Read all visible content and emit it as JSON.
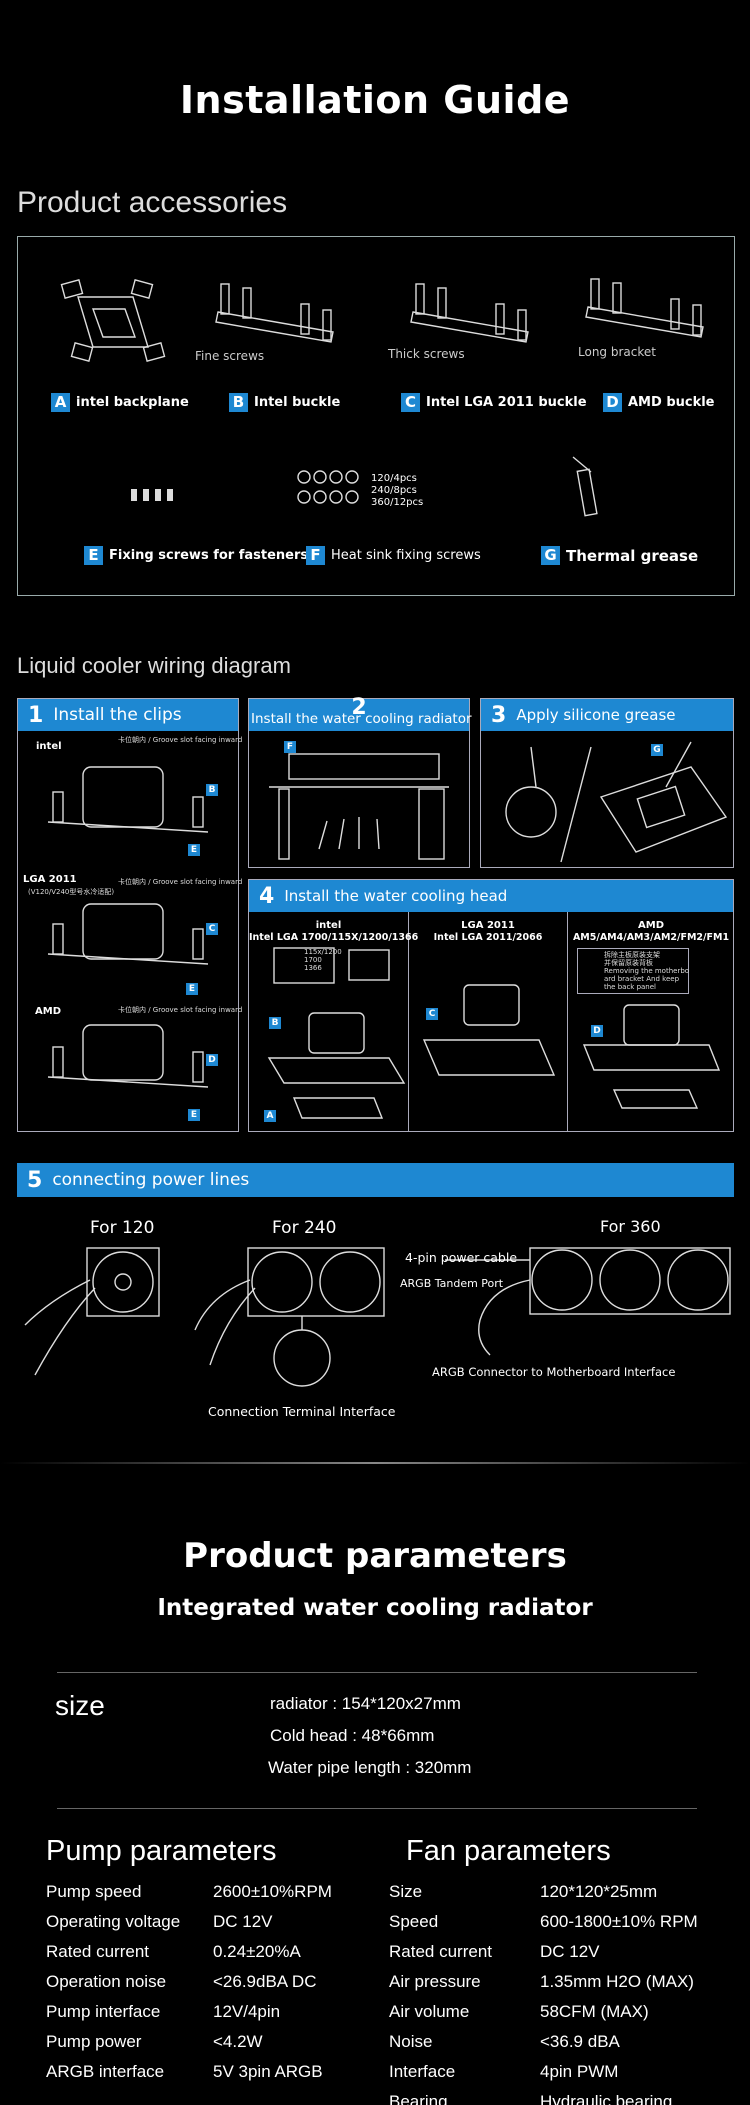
{
  "page_title": "Installation Guide",
  "accessories": {
    "heading": "Product accessories",
    "captions": {
      "fine_screws": "Fine screws",
      "thick_screws": "Thick screws",
      "long_bracket": "Long bracket",
      "screw_counts": [
        "120/4pcs",
        "240/8pcs",
        "360/12pcs"
      ]
    },
    "items": [
      {
        "letter": "A",
        "label": "intel backplane"
      },
      {
        "letter": "B",
        "label": "Intel buckle"
      },
      {
        "letter": "C",
        "label": "Intel LGA 2011 buckle"
      },
      {
        "letter": "D",
        "label": "AMD buckle"
      },
      {
        "letter": "E",
        "label": "Fixing screws for fasteners"
      },
      {
        "letter": "F",
        "label": "Heat sink fixing screws"
      },
      {
        "letter": "G",
        "label": "Thermal grease"
      }
    ]
  },
  "wiring": {
    "heading": "Liquid cooler wiring diagram",
    "step1": {
      "num": "1",
      "title": "Install the clips",
      "intel": "intel",
      "lga": "LGA 2011",
      "lga_sub": "(V120/V240型号水冷适配)",
      "amd": "AMD",
      "groove": "卡位朝内 / Groove slot facing inward"
    },
    "step2": {
      "num": "2",
      "title": "Install the water cooling radiator"
    },
    "step3": {
      "num": "3",
      "title": "Apply silicone grease"
    },
    "step4": {
      "num": "4",
      "title": "Install the water cooling head",
      "col1_a": "intel",
      "col1_b": "Intel LGA 1700/115X/1200/1366",
      "col1_sock": [
        "115x/1200",
        "1700",
        "1366"
      ],
      "col2_a": "LGA 2011",
      "col2_b": "Intel LGA 2011/2066",
      "col3_a": "AMD",
      "col3_b": "AM5/AM4/AM3/AM2/FM2/FM1",
      "col3_note": [
        "拆除主板原装支架",
        "并保留原装背板",
        "Removing the motherbo",
        "ard bracket And keep",
        "the back panel"
      ]
    },
    "step5": {
      "num": "5",
      "title": "connecting power lines",
      "for120": "For 120",
      "for240": "For 240",
      "for360": "For 360",
      "cable": "4-pin power cable",
      "argb_port": "ARGB Tandem Port",
      "argb_conn": "ARGB Connector to Motherboard Interface",
      "terminal": "Connection Terminal Interface"
    }
  },
  "params": {
    "heading": "Product parameters",
    "subheading": "Integrated water cooling radiator",
    "size_label": "size",
    "size_lines": [
      "radiator : 154*120x27mm",
      "Cold head :  48*66mm",
      "Water pipe length : 320mm"
    ],
    "pump_title": "Pump parameters",
    "pump": [
      {
        "k": "Pump speed",
        "v": "2600±10%RPM"
      },
      {
        "k": "Operating voltage",
        "v": "DC 12V"
      },
      {
        "k": "Rated current",
        "v": "0.24±20%A"
      },
      {
        "k": "Operation noise",
        "v": "<26.9dBA DC"
      },
      {
        "k": "Pump interface",
        "v": "12V/4pin"
      },
      {
        "k": "Pump power",
        "v": "<4.2W"
      },
      {
        "k": "ARGB interface",
        "v": "5V 3pin ARGB"
      }
    ],
    "fan_title": "Fan parameters",
    "fan": [
      {
        "k": "Size",
        "v": "120*120*25mm"
      },
      {
        "k": "Speed",
        "v": "600-1800±10% RPM"
      },
      {
        "k": "Rated current",
        "v": "DC 12V"
      },
      {
        "k": "Air pressure",
        "v": "1.35mm H2O (MAX)"
      },
      {
        "k": "Air volume",
        "v": "58CFM (MAX)"
      },
      {
        "k": "Noise",
        "v": "<36.9 dBA"
      },
      {
        "k": "Interface",
        "v": "4pin PWM"
      },
      {
        "k": "Bearing",
        "v": "Hydraulic bearing"
      }
    ]
  },
  "colors": {
    "accent": "#1e88d2",
    "background": "#000000",
    "text": "#ffffff"
  }
}
